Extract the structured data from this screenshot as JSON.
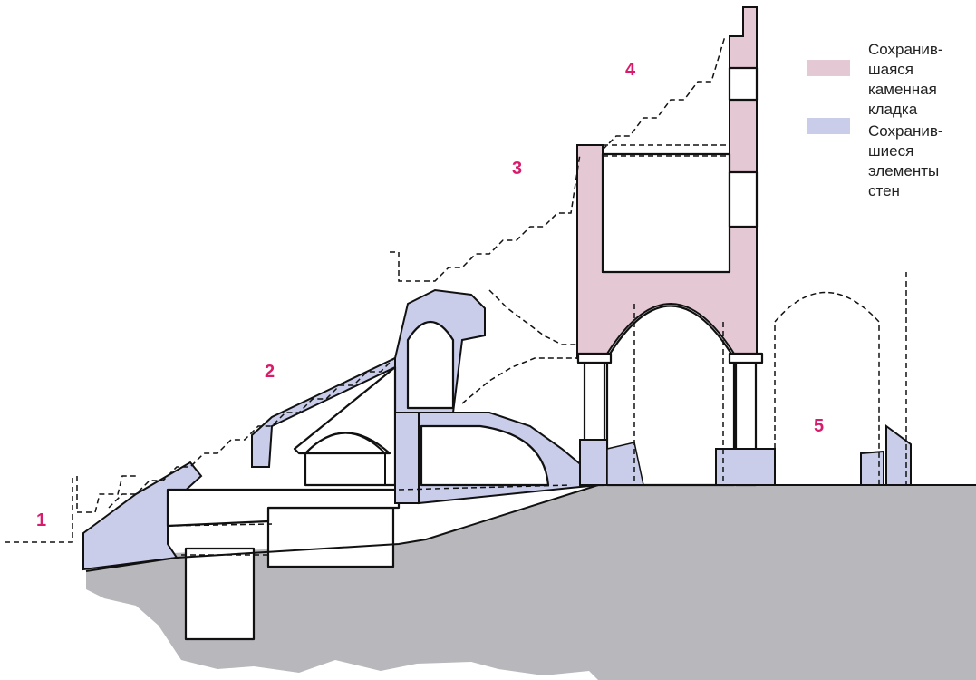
{
  "colors": {
    "stone": "#e4c8d4",
    "walls": "#c9cdea",
    "ground": "#b8b7bb",
    "number": "#d81b6a",
    "ink": "#111111"
  },
  "labels": {
    "n1": "1",
    "n2": "2",
    "n3": "3",
    "n4": "4",
    "n5": "5"
  },
  "legend": {
    "stone_lines": [
      "Сохранив-",
      "шаяся",
      "каменная",
      "кладка"
    ],
    "walls_lines": [
      "Сохранив-",
      "шиеся",
      "элементы",
      "стен"
    ]
  }
}
